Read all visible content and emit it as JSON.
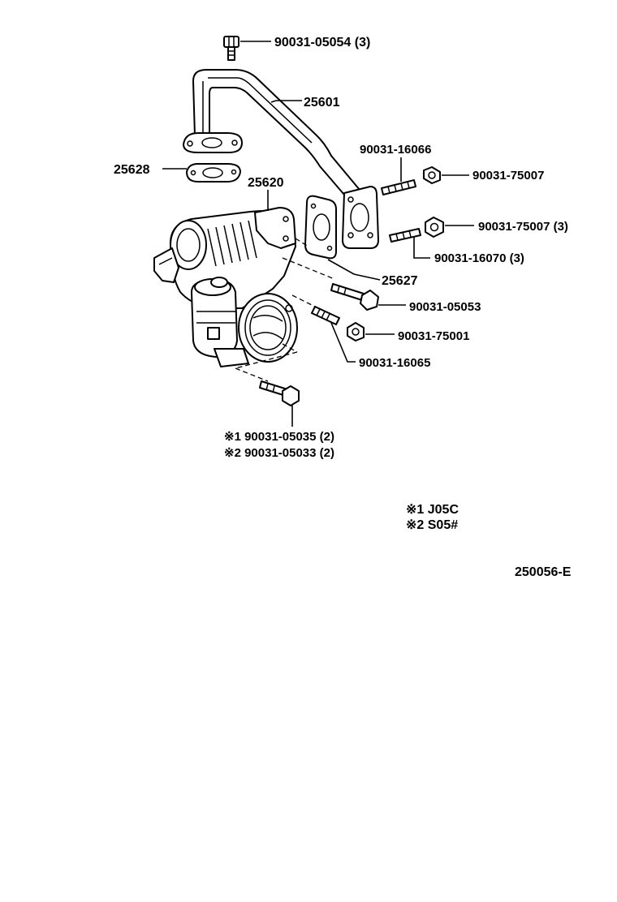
{
  "labels": {
    "bolt_top": "90031-05054 (3)",
    "pipe": "25601",
    "gasket_left": "25628",
    "throttle_body": "25620",
    "stud_upper": "90031-16066",
    "nut_upper": "90031-75007",
    "nut_mid": "90031-75007 (3)",
    "stud_mid": "90031-16070 (3)",
    "gasket_right": "25627",
    "bolt_mid": "90031-05053",
    "nut_lower": "90031-75001",
    "stud_lower": "90031-16065",
    "bolt_bottom_1": "※1 90031-05035 (2)",
    "bolt_bottom_2": "※2 90031-05033 (2)"
  },
  "notes": {
    "note1": "※1  J05C",
    "note2": "※2  S05#"
  },
  "diagram_id": "250056-E"
}
